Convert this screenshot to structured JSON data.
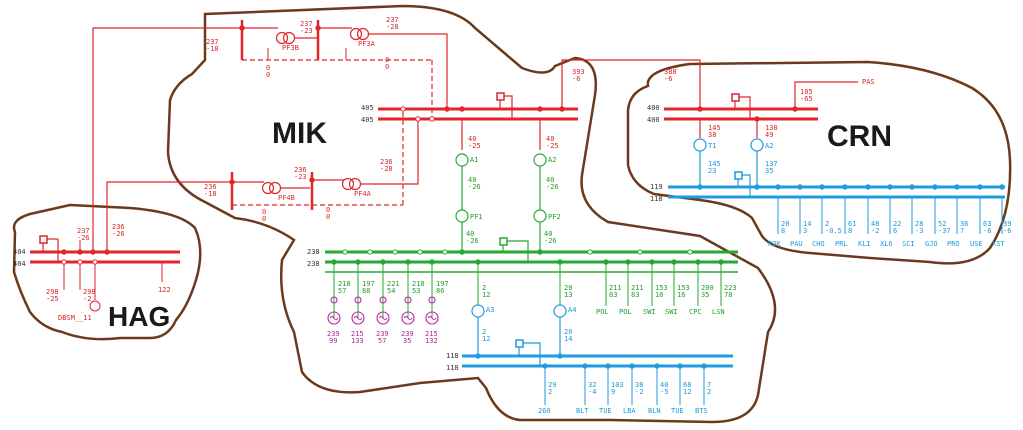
{
  "colors": {
    "red": "#e0252b",
    "green": "#26a832",
    "blue": "#1f9be0",
    "magenta": "#c0249e",
    "outline": "#6b3a1d"
  },
  "regions": {
    "mik": "MIK",
    "crn": "CRN",
    "hag": "HAG"
  },
  "mik": {
    "bus_top": [
      "405",
      "405"
    ],
    "bus_mid": [
      "238",
      "238"
    ],
    "bus_bot": [
      "118",
      "118"
    ],
    "pf3b": {
      "label": "PF3B",
      "flow_left": [
        "237",
        "-18"
      ],
      "flow_mid": [
        "237",
        "-23"
      ],
      "zero": [
        "0",
        "0"
      ]
    },
    "pf3a": {
      "label": "PF3A",
      "flow_top": [
        "237",
        "-28"
      ],
      "zero": [
        "0",
        "0"
      ]
    },
    "pf4b": {
      "label": "PF4B",
      "flow_left": [
        "236",
        "-18"
      ],
      "flow_mid": [
        "236",
        "-23"
      ],
      "zero": [
        "0",
        "0"
      ]
    },
    "pf4a": {
      "label": "PF4A",
      "flow_top": [
        "236",
        "-28"
      ],
      "zero": [
        "0",
        "0"
      ]
    },
    "tie_crn": [
      "393",
      "-6"
    ],
    "a1": {
      "label": "A1",
      "top": [
        "40",
        "-25"
      ],
      "mid": [
        "40",
        "-26"
      ],
      "pf": "PF1",
      "low": [
        "40",
        "-26"
      ]
    },
    "a2": {
      "label": "A2",
      "top": [
        "40",
        "-25"
      ],
      "mid": [
        "40",
        "-26"
      ],
      "pf": "PF2",
      "low": [
        "40",
        "-26"
      ]
    },
    "gens": [
      [
        "218",
        "57",
        "239",
        "99"
      ],
      [
        "197",
        "88",
        "215",
        "133"
      ],
      [
        "221",
        "54",
        "239",
        "57"
      ],
      [
        "218",
        "53",
        "239",
        "35"
      ],
      [
        "197",
        "86",
        "215",
        "132"
      ]
    ],
    "a3": {
      "label": "A3",
      "top": [
        "2",
        "12"
      ],
      "low": [
        "2",
        "12"
      ]
    },
    "a4": {
      "label": "A4",
      "top": [
        "20",
        "13"
      ],
      "low": [
        "20",
        "14"
      ]
    },
    "feeders_238": [
      {
        "v": [
          "211",
          "83"
        ],
        "name": "POL"
      },
      {
        "v": [
          "211",
          "83"
        ],
        "name": "POL"
      },
      {
        "v": [
          "153",
          "16"
        ],
        "name": "SWI"
      },
      {
        "v": [
          "153",
          "16"
        ],
        "name": "SWI"
      },
      {
        "v": [
          "200",
          "35"
        ],
        "name": "CPC"
      },
      {
        "v": [
          "223",
          "78"
        ],
        "name": "LSN"
      }
    ],
    "feeders_118": [
      {
        "v": [
          "29",
          "2"
        ],
        "name": "260"
      },
      {
        "v": [
          "32",
          "-4"
        ],
        "name": "BLT"
      },
      {
        "v": [
          "103",
          "9"
        ],
        "name": "TUE"
      },
      {
        "v": [
          "38",
          "-2"
        ],
        "name": "LBA"
      },
      {
        "v": [
          "40",
          "-5"
        ],
        "name": "BLN"
      },
      {
        "v": [
          "68",
          "12"
        ],
        "name": "TUE"
      },
      {
        "v": [
          "7",
          "2"
        ],
        "name": "BTS"
      }
    ]
  },
  "crn": {
    "bus_top": [
      "400",
      "400"
    ],
    "bus_bot": [
      "119",
      "118"
    ],
    "tie_mik": [
      "388",
      "-6"
    ],
    "pas": {
      "name": "PAS",
      "v": [
        "105",
        "-65"
      ]
    },
    "t1": {
      "label": "T1",
      "top": [
        "145",
        "38"
      ],
      "low": [
        "145",
        "23"
      ]
    },
    "a2": {
      "label": "A2",
      "top": [
        "138",
        "49"
      ],
      "low": [
        "137",
        "35"
      ]
    },
    "feeders": [
      {
        "v": [
          "20",
          "8"
        ],
        "name": "ROK"
      },
      {
        "v": [
          "14",
          "3"
        ],
        "name": "PAU"
      },
      {
        "v": [
          "2",
          "-0.5"
        ],
        "name": "CHO"
      },
      {
        "v": [
          "61",
          "8"
        ],
        "name": "PRL"
      },
      {
        "v": [
          "48",
          "-2"
        ],
        "name": "KLI"
      },
      {
        "v": [
          "22",
          "6"
        ],
        "name": "XL6"
      },
      {
        "v": [
          "28",
          "-3"
        ],
        "name": "SCI"
      },
      {
        "v": [
          "52",
          "-37"
        ],
        "name": "GJO"
      },
      {
        "v": [
          "36",
          "7"
        ],
        "name": "PRO"
      },
      {
        "v": [
          "63",
          "-6"
        ],
        "name": "USE"
      },
      {
        "v": [
          "39",
          "-6"
        ],
        "name": "XST"
      }
    ]
  },
  "hag": {
    "bus": [
      "404",
      "404"
    ],
    "tie_mik": [
      "237",
      "-26"
    ],
    "tie_mik2": [
      "236",
      "-26"
    ],
    "load": [
      "298",
      "-25"
    ],
    "gen": {
      "v": [
        "298",
        "-2"
      ],
      "name": "DBSM__11"
    },
    "right": "122"
  }
}
